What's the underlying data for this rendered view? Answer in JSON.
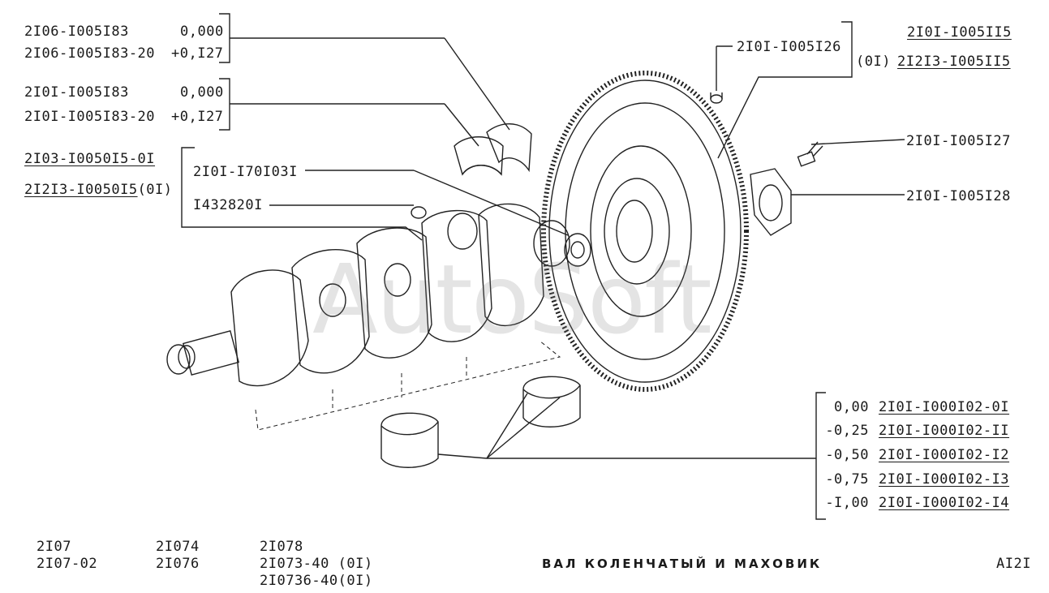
{
  "watermark": "AutoSoft",
  "main_bearings": {
    "top": {
      "p1": "2I06-I005I83",
      "v1": "0,000",
      "p2": "2I06-I005I83-20",
      "v2": "+0,I27"
    },
    "bottom": {
      "p1": "2I0I-I005I83",
      "v1": "0,000",
      "p2": "2I0I-I005I83-20",
      "v2": "+0,I27"
    }
  },
  "crankshaft": {
    "p1": "2I03-I0050I5-0I",
    "p2": "2I2I3-I0050I5",
    "p2_suffix": "(0I)"
  },
  "bearing_parts": {
    "bearing": "2I0I-I70I03I",
    "plug": "I432820I"
  },
  "flywheel_bolt": "2I0I-I005I26",
  "flywheel": {
    "note": "(0I)",
    "p1": "2I0I-I005II5",
    "p2": "2I2I3-I005II5"
  },
  "bolt": "2I0I-I005I27",
  "washer": "2I0I-I005I28",
  "liners": [
    {
      "size": "0,00",
      "part": "2I0I-I000I02-0I"
    },
    {
      "size": "-0,25",
      "part": "2I0I-I000I02-II"
    },
    {
      "size": "-0,50",
      "part": "2I0I-I000I02-I2"
    },
    {
      "size": "-0,75",
      "part": "2I0I-I000I02-I3"
    },
    {
      "size": "-I,00",
      "part": "2I0I-I000I02-I4"
    }
  ],
  "footer": {
    "models_col1": [
      "2I07",
      "2I07-02"
    ],
    "models_col2": [
      "2I074",
      "2I076"
    ],
    "models_col3": [
      "2I078",
      "2I073-40 (0I)",
      "2I0736-40(0I)"
    ],
    "title": "ВАЛ КОЛЕНЧАТЫЙ И МАХОВИК",
    "code": "AI2I"
  }
}
